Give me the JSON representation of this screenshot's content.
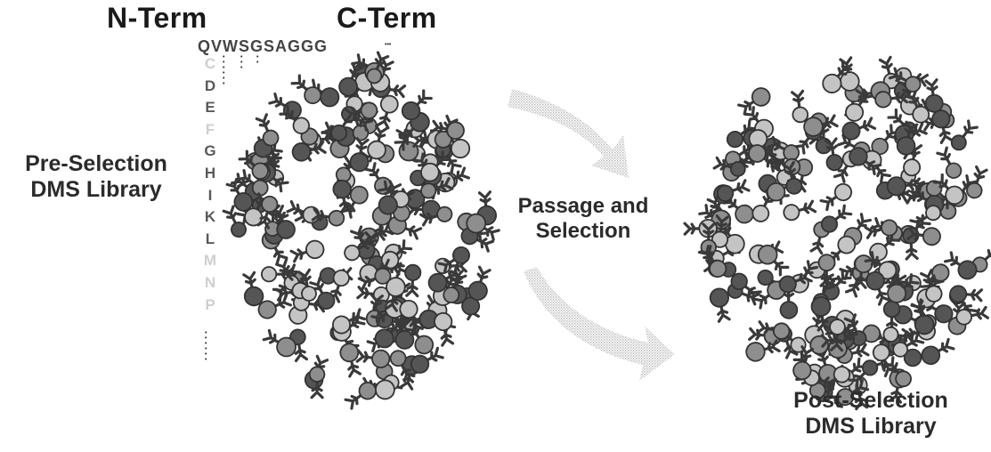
{
  "labels": {
    "n_term": "N-Term",
    "c_term": "C-Term",
    "sequence": "QVWSGSAGGG",
    "pre_selection_line1": "Pre-Selection",
    "pre_selection_line2": "DMS Library",
    "passage_line1": "Passage and",
    "passage_line2": "Selection",
    "post_selection_line1": "Post-Selection",
    "post_selection_line2": "DMS Library"
  },
  "amino_acids": [
    "C",
    "D",
    "E",
    "F",
    "G",
    "H",
    "I",
    "K",
    "L",
    "M",
    "N",
    "P"
  ],
  "light_amino_acids": [
    "C",
    "F",
    "M",
    "N",
    "P"
  ],
  "colors": {
    "text": "#2b2b2b",
    "particle_light": "#c4c4c4",
    "particle_mid": "#8e8e8e",
    "particle_dark": "#555555",
    "arrow": "#d2d2d2"
  },
  "icons": [
    "phage-particle-icon",
    "curved-arrow-icon"
  ]
}
